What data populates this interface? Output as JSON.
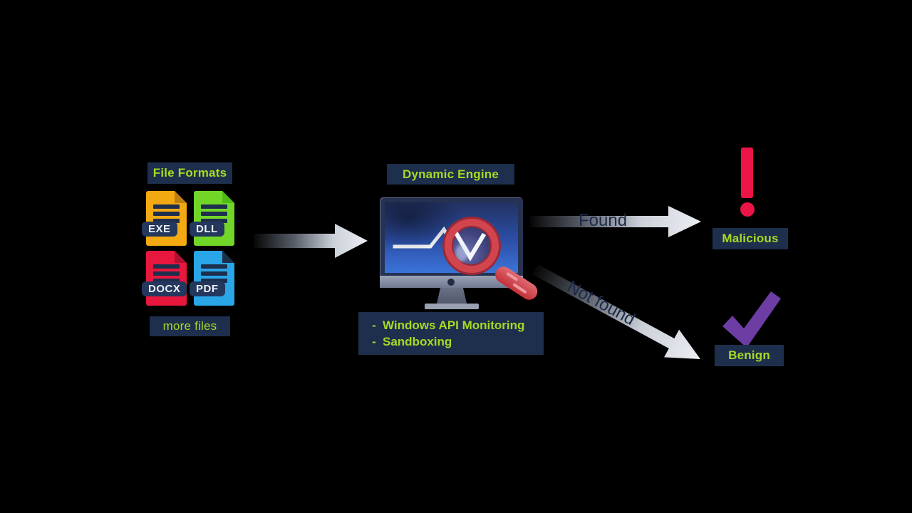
{
  "palette": {
    "background": "#000000",
    "panel_navy": "#1e2f4d",
    "accent_green": "#a6da22",
    "tag_bg": "#24375c",
    "tag_text": "#edf1f7",
    "arrow_text_navy": "#1c2a48",
    "exclamation_red": "#ea1446",
    "check_purple": "#6d3da3",
    "exe_orange": "#f2a912",
    "dll_green": "#72d629",
    "docx_red": "#e8173d",
    "pdf_blue": "#2aa6e8",
    "screen_blue_top": "#233263",
    "screen_blue_bottom": "#3b74d9",
    "magnifier_red": "#d2454e"
  },
  "file_formats": {
    "title": "File Formats",
    "files": [
      {
        "label": "EXE"
      },
      {
        "label": "DLL"
      },
      {
        "label": "DOCX"
      },
      {
        "label": "PDF"
      }
    ],
    "more_label": "more files"
  },
  "engine": {
    "title": "Dynamic Engine",
    "bullet": "-",
    "features": [
      "Windows API Monitoring",
      "Sandboxing"
    ]
  },
  "flow": {
    "found_label": "Found",
    "not_found_label": "Not found",
    "malicious_label": "Malicious",
    "benign_label": "Benign"
  }
}
